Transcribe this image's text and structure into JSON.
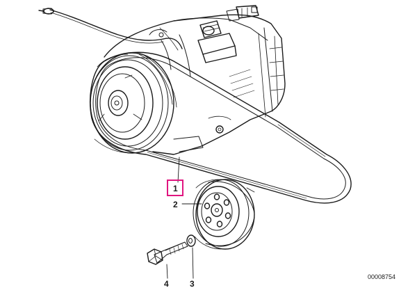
{
  "diagram": {
    "callouts": {
      "part_1": "1",
      "part_2": "2",
      "part_3": "3",
      "part_4": "4"
    },
    "highlighted_part": "1",
    "diagram_number": "00008754",
    "colors": {
      "line": "#1a1a1a",
      "highlight": "#e0157f",
      "background": "#ffffff"
    }
  }
}
